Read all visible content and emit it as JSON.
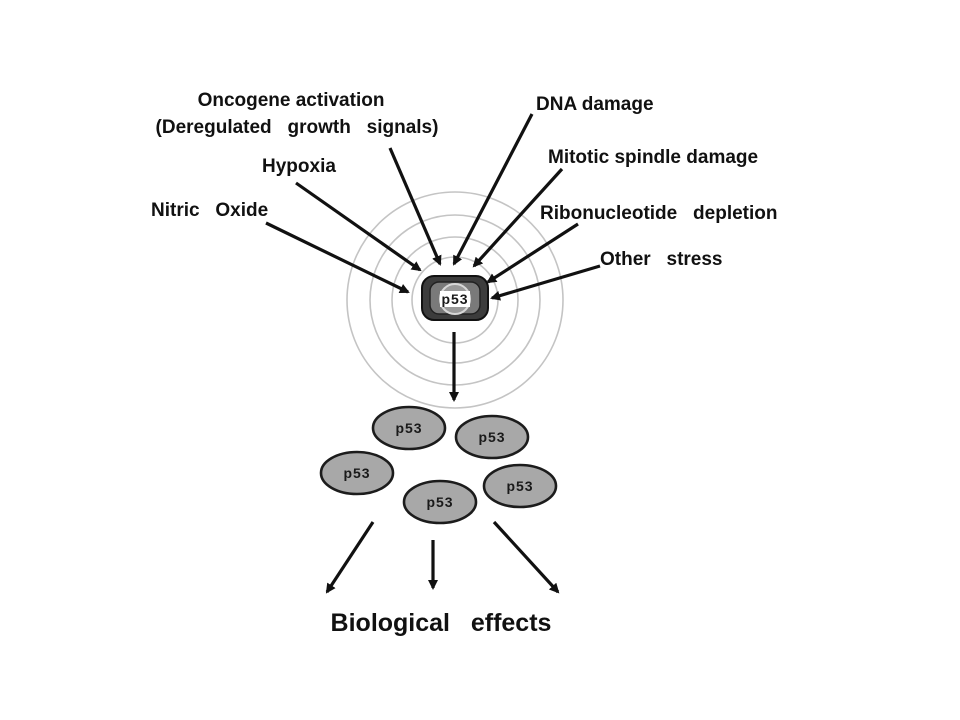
{
  "stressors": {
    "oncogene_line1": "Oncogene activation",
    "oncogene_line2": "(Deregulated   growth   signals)",
    "dna_damage": "DNA damage",
    "hypoxia": "Hypoxia",
    "mitotic": "Mitotic spindle damage",
    "nitric_oxide": "Nitric   Oxide",
    "ribonucleotide": "Ribonucleotide   depletion",
    "other_stress": "Other   stress"
  },
  "center": {
    "label": "p53"
  },
  "activated": {
    "labels": [
      "p53",
      "p53",
      "p53",
      "p53",
      "p53"
    ]
  },
  "outcome": {
    "label": "Biological   effects"
  },
  "colors": {
    "ring": "#c4c4c4",
    "arrow": "#111111",
    "oval_fill": "#a8a8a8",
    "oval_stroke": "#1c1c1c",
    "box_outer": "#3c3c3c",
    "box_inner": "#7a7a7a"
  }
}
